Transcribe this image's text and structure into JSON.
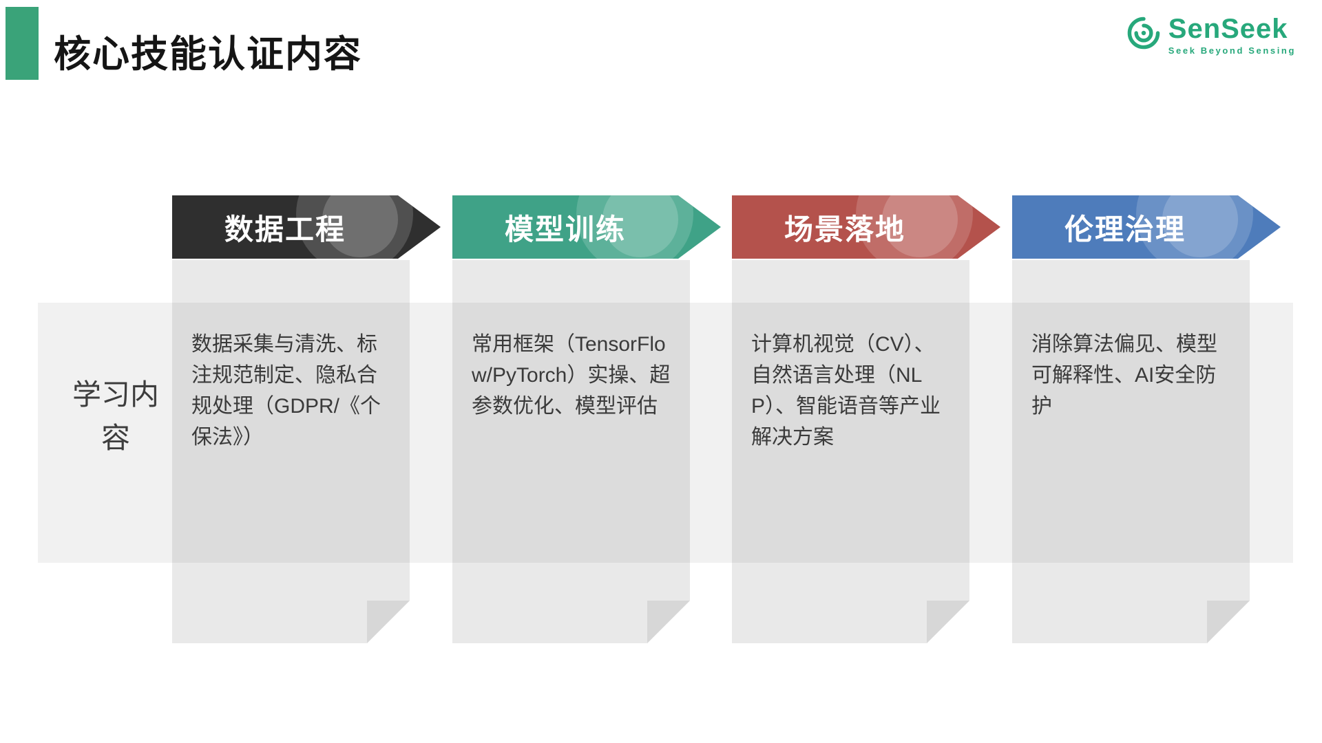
{
  "slide": {
    "title": "核心技能认证内容",
    "accent_color": "#3AA379"
  },
  "logo": {
    "name": "SenSeek",
    "tagline": "Seek Beyond Sensing",
    "color": "#27A87B"
  },
  "row_label": "学习内容",
  "columns": [
    {
      "header": "数据工程",
      "color": "#2F2F2F",
      "content": "数据采集与清洗、标注规范制定、隐私合规处理（GDPR/《个保法》）"
    },
    {
      "header": "模型训练",
      "color": "#3FA287",
      "content": "常用框架（TensorFlow/PyTorch）实操、超参数优化、模型评估"
    },
    {
      "header": "场景落地",
      "color": "#B4524C",
      "content": "计算机视觉（CV）、自然语言处理（NLP）、智能语音等产业解决方案"
    },
    {
      "header": "伦理治理",
      "color": "#4E7CBB",
      "content": "消除算法偏见、模型可解释性、AI安全防护"
    }
  ]
}
